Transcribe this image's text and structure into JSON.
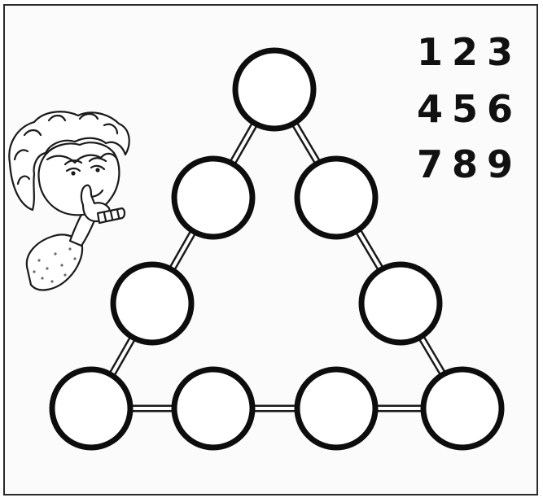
{
  "puzzle": {
    "digits_rows": [
      [
        "1",
        "2",
        "3"
      ],
      [
        "4",
        "5",
        "6"
      ],
      [
        "7",
        "8",
        "9"
      ]
    ],
    "circle_count": 9,
    "colors": {
      "ink": "#111111",
      "paper": "#fbfbfb"
    }
  },
  "illustration": {
    "subject": "thinking-boy-icon"
  }
}
